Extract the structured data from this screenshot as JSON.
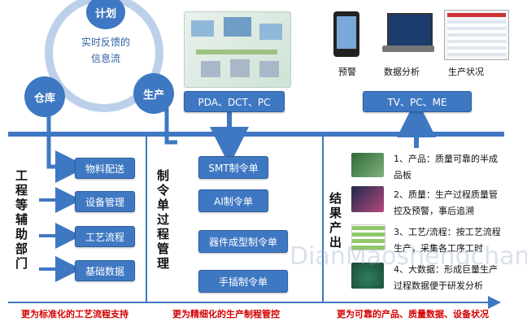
{
  "cycle": {
    "plan": "计划",
    "production": "生产",
    "warehouse": "仓库",
    "center": "实时反馈的信息流"
  },
  "devices": {
    "top_box": "PDA、DCT、PC",
    "right_box": "TV、PC、ME",
    "labels": [
      "预警",
      "数据分析",
      "生产状况"
    ]
  },
  "left_section": {
    "title": "工程等辅助部门",
    "items": [
      "物料配送",
      "设备管理",
      "工艺流程",
      "基础数据"
    ]
  },
  "middle_section": {
    "title": "制令单过程管理",
    "items": [
      "SMT制令单",
      "AI制令单",
      "器件成型制令单",
      "手插制令单"
    ]
  },
  "right_section": {
    "title": "结果产出",
    "results": [
      "1、产品：质量可靠的半成品板",
      "2、质量：生产过程质量管控及预警，事后追溯",
      "3、工艺/流程：按工艺流程生产，采集各工序工时",
      "4、大数据：形成巨量生产过程数据便于研发分析"
    ]
  },
  "footer": {
    "left": "更为标准化的工艺流程支持",
    "middle": "更为精细化的生产制程管控",
    "right": "更为可靠的产品、质量数据、设备状况"
  },
  "watermark": "DianMaoshengchan",
  "colors": {
    "accent": "#3f78c2",
    "footer_text": "#d40000",
    "ring": "#bcd0ea"
  }
}
